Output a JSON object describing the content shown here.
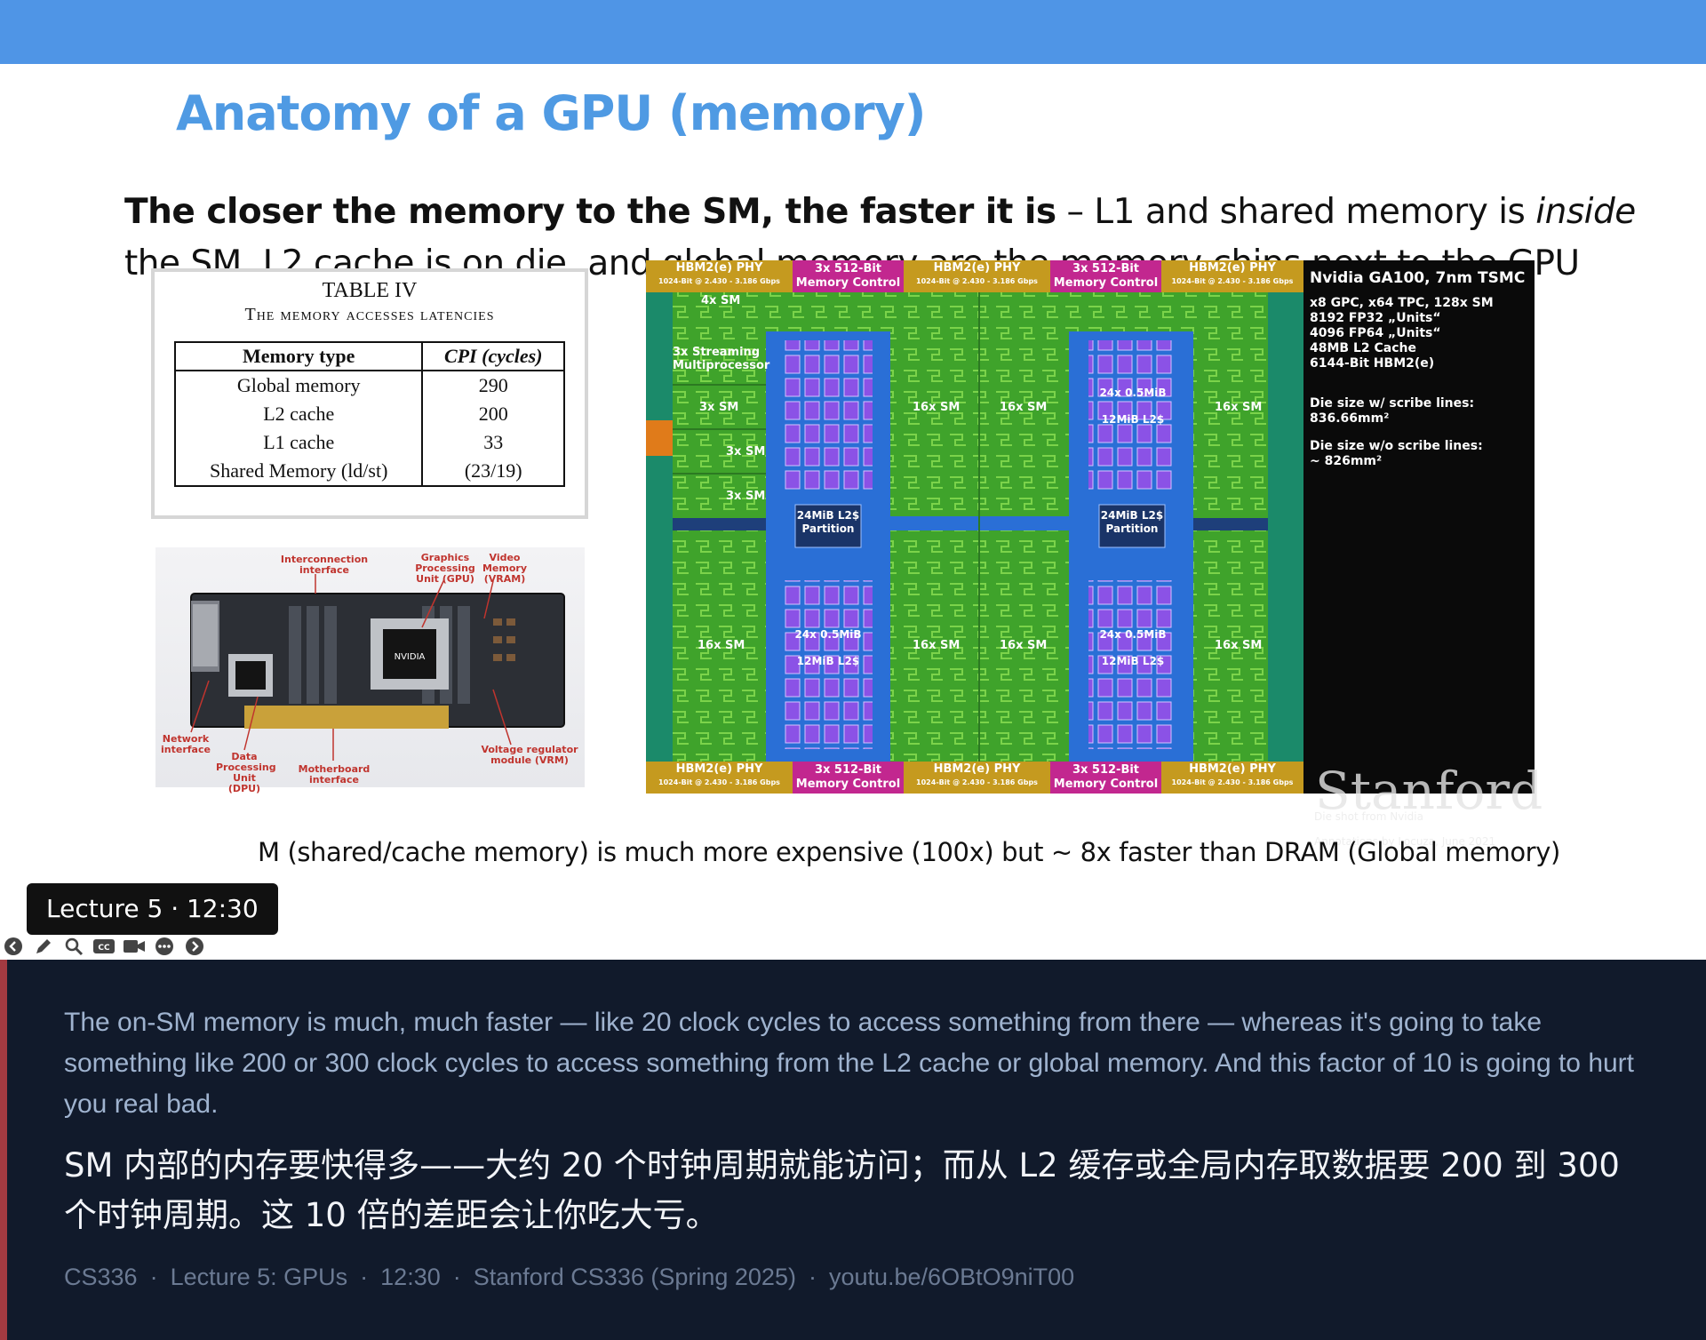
{
  "slide": {
    "title": "Anatomy of a GPU (memory)",
    "lead_bold": "The closer the memory to the SM, the faster it is",
    "lead_rest_1": " – L1 and shared memory is ",
    "lead_italic": "inside",
    "lead_rest_2": " the SM. L2 cache is on die, and global memory are the memory chips next to the GPU",
    "footnote": "M (shared/cache memory) is much more expensive (100x) but ~ 8x faster than DRAM (Global memory)"
  },
  "table": {
    "caption_number": "TABLE IV",
    "caption_title": "The memory accesses latencies",
    "headers": [
      "Memory type",
      "CPI (cycles)"
    ],
    "rows": [
      [
        "Global memory",
        "290"
      ],
      [
        "L2 cache",
        "200"
      ],
      [
        "L1 cache",
        "33"
      ],
      [
        "Shared Memory (ld/st)",
        "(23/19)"
      ]
    ]
  },
  "board": {
    "labels": [
      "Interconnection interface",
      "Graphics Processing Unit (GPU)",
      "Video Memory (VRAM)",
      "Network interface",
      "Data Processing Unit (DPU)",
      "Motherboard interface",
      "Voltage regulator module (VRM)"
    ]
  },
  "die": {
    "hbm_label": "HBM2(e) PHY",
    "hbm_sub": "1024-Bit @ 2.430 - 3.186 Gbps",
    "mc_label": "3x 512-Bit",
    "mc_sub": "Memory Control",
    "sm16": "16x SM",
    "sm3": "3x SM",
    "sm4": "4x SM",
    "streaming": "3x Streaming Multiprocessor",
    "l2_partition": "24MiB L2$ Partition",
    "l2_block_1": "24x 0.5MiB",
    "l2_block_2": "12MiB L2$",
    "spec_title": "Nvidia GA100, 7nm TSMC",
    "spec_lines": [
      "x8 GPC, x64 TPC, 128x SM",
      "8192 FP32 „Units“",
      "4096 FP64 „Units“",
      "48MB L2 Cache",
      "6144-Bit HBM2(e)"
    ],
    "die_size_1_label": "Die size w/ scribe lines:",
    "die_size_1_value": "836.66mm²",
    "die_size_2_label": "Die size w/o scribe lines:",
    "die_size_2_value": "~ 826mm²",
    "credit_1": "Die shot from Nvidia",
    "credit_2": "Annotations by Locuza, June 2021",
    "watermark": "Stanford"
  },
  "player": {
    "tooltip": "Lecture 5 · 12:30",
    "controls": [
      "back-icon",
      "pen-icon",
      "zoom-icon",
      "cc-icon",
      "camera-icon",
      "more-icon",
      "forward-icon"
    ]
  },
  "caption": {
    "english": "The on-SM memory is much, much faster — like 20 clock cycles to access something from there — whereas it's going to take something like 200 or 300 clock cycles to access something from the L2 cache or global memory. And this factor of 10 is going to hurt you real bad.",
    "chinese": "SM 内部的内存要快得多——大约 20 个时钟周期就能访问；而从 L2 缓存或全局内存取数据要 200 到 300 个时钟周期。这 10 倍的差距会让你吃大亏。",
    "meta": [
      "CS336",
      "Lecture 5: GPUs",
      "12:30",
      "Stanford CS336 (Spring 2025)",
      "youtu.be/6OBtO9niT00"
    ]
  },
  "colors": {
    "top_bar": "#4f95e6",
    "title": "#4f9ae3",
    "caption_bg": "#111a2b",
    "caption_accent": "#a33a41",
    "die_green": "#3fa32b",
    "die_blue": "#2a6fd6",
    "die_purple": "#8b52e6",
    "die_magenta": "#c2278f",
    "die_gold": "#c59a1f"
  }
}
